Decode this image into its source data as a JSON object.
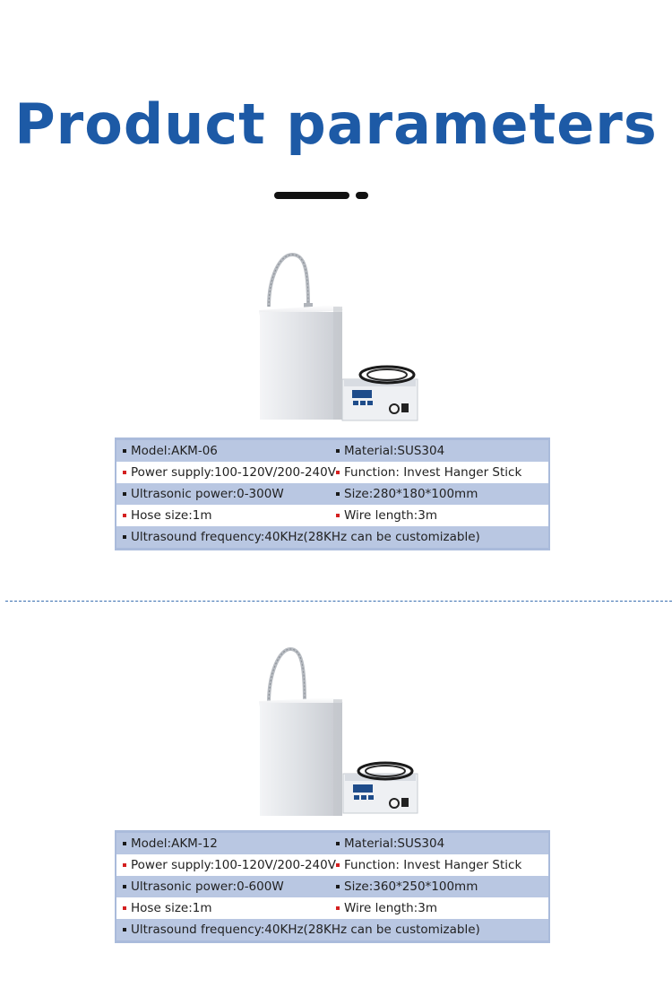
{
  "title": "Product parameters",
  "colors": {
    "title": "#1d5aa6",
    "table_border": "#aabbdb",
    "table_dark_row": "#b9c7e2",
    "red_bullet": "#d42020"
  },
  "products": [
    {
      "model": "Model:AKM-06",
      "material": "Material:SUS304",
      "power_supply": "Power supply:100-120V/200-240V",
      "function": "Function: Invest Hanger Stick",
      "ultrasonic_power": "Ultrasonic power:0-300W",
      "size": "Size:280*180*100mm",
      "hose_size": "Hose size:1m",
      "wire_length": "Wire length:3m",
      "frequency": "Ultrasound frequency:40KHz(28KHz can be customizable)"
    },
    {
      "model": "Model:AKM-12",
      "material": "Material:SUS304",
      "power_supply": "Power supply:100-120V/200-240V",
      "function": "Function: Invest Hanger Stick",
      "ultrasonic_power": "Ultrasonic power:0-600W",
      "size": "Size:360*250*100mm",
      "hose_size": "Hose size:1m",
      "wire_length": "Wire length:3m",
      "frequency": "Ultrasound frequency:40KHz(28KHz can be customizable)"
    }
  ]
}
